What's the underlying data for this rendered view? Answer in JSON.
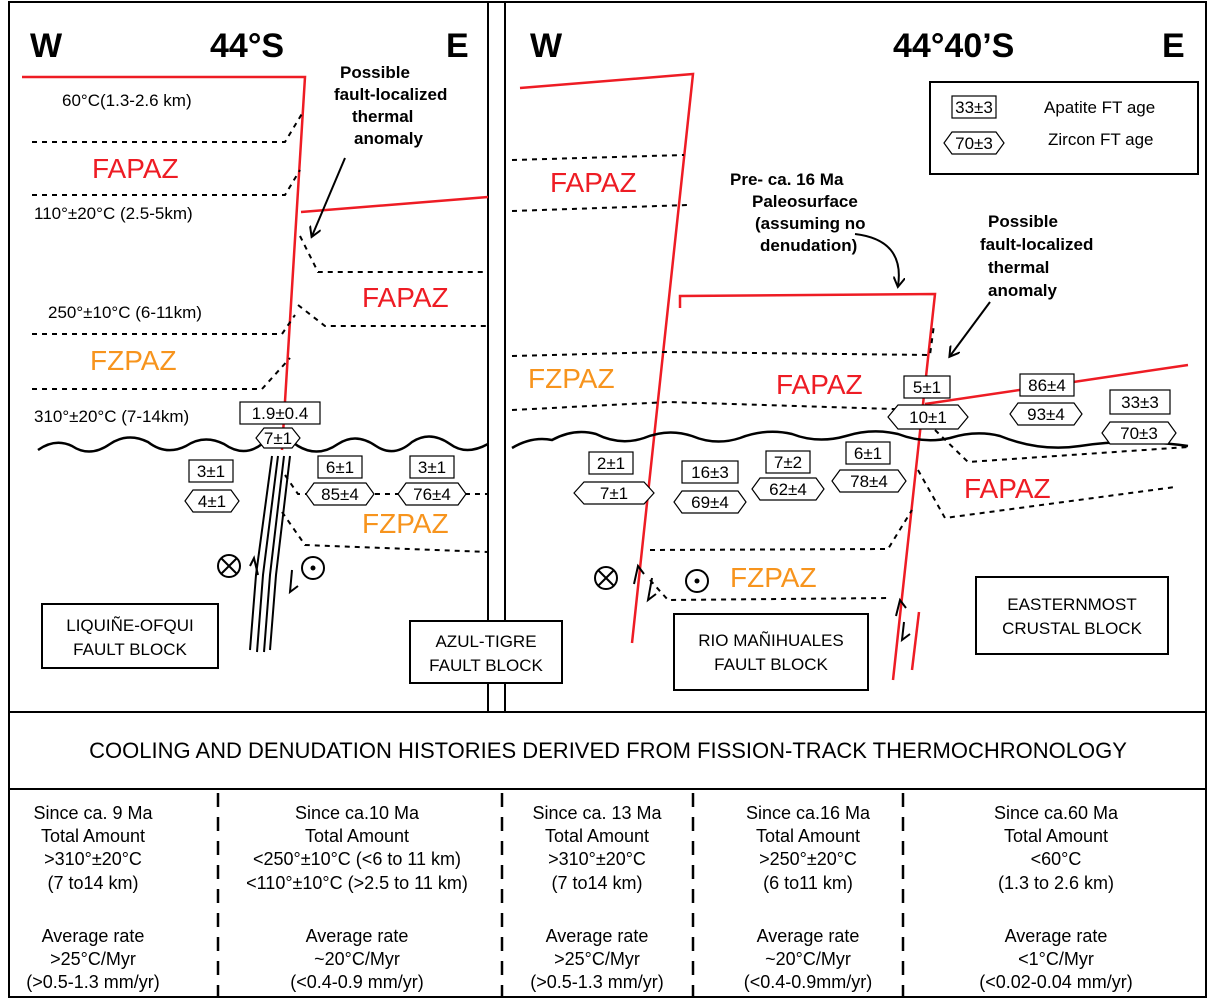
{
  "left_panel": {
    "west": "W",
    "latitude": "44°S",
    "east": "E",
    "isotherms": {
      "t60": "60°C(1.3-2.6 km)",
      "t110": "110°±20°C (2.5-5km)",
      "t250": "250°±10°C (6-11km)",
      "t310": "310°±20°C (7-14km)"
    },
    "fault_note": [
      "Possible",
      "fault-localized",
      "thermal",
      "anomaly"
    ],
    "zones": {
      "fapaz_upper": "FAPAZ",
      "fapaz_mid": "FAPAZ",
      "fzpaz_left": "FZPAZ",
      "fzpaz_low": "FZPAZ"
    },
    "samples": [
      {
        "apatite": "1.9±0.4",
        "zircon": "7±1"
      },
      {
        "apatite": "3±1",
        "zircon": "4±1"
      },
      {
        "apatite": "6±1",
        "zircon": "85±4"
      },
      {
        "apatite": "3±1",
        "zircon": "76±4"
      }
    ],
    "block_labels": {
      "liquine": [
        "LIQUIÑE-OFQUI",
        "FAULT BLOCK"
      ],
      "azul": [
        "AZUL-TIGRE",
        "FAULT BLOCK"
      ]
    }
  },
  "right_panel": {
    "west": "W",
    "latitude": "44°40’S",
    "east": "E",
    "legend": {
      "apatite_sample": "33±3",
      "apatite_label": "Apatite FT age",
      "zircon_sample": "70±3",
      "zircon_label": "Zircon FT age"
    },
    "paleosurface_note": [
      "Pre- ca. 16 Ma",
      "Paleosurface",
      "(assuming no",
      "denudation)"
    ],
    "fault_note": [
      "Possible",
      "fault-localized",
      "thermal",
      "anomaly"
    ],
    "zones": {
      "fapaz_top": "FAPAZ",
      "fzpaz_mid": "FZPAZ",
      "fapaz_mid": "FAPAZ",
      "fapaz_east": "FAPAZ",
      "fzpaz_low": "FZPAZ"
    },
    "samples": [
      {
        "apatite": "2±1",
        "zircon": "7±1"
      },
      {
        "apatite": "16±3",
        "zircon": "69±4"
      },
      {
        "apatite": "7±2",
        "zircon": "62±4"
      },
      {
        "apatite": "6±1",
        "zircon": "78±4"
      },
      {
        "apatite": "5±1",
        "zircon": "10±1"
      },
      {
        "apatite": "86±4",
        "zircon": "93±4"
      },
      {
        "apatite": "33±3",
        "zircon": "70±3"
      }
    ],
    "block_labels": {
      "rio": [
        "RIO MAÑIHUALES",
        "FAULT BLOCK"
      ],
      "eastern": [
        "EASTERNMOST",
        "CRUSTAL BLOCK"
      ]
    }
  },
  "banner": "COOLING AND DENUDATION HISTORIES DERIVED FROM FISSION-TRACK THERMOCHRONOLOGY",
  "summary_columns": [
    {
      "lines": [
        "Since ca. 9 Ma",
        "Total Amount",
        ">310°±20°C",
        "(7 to14 km)"
      ],
      "rate": [
        "Average rate",
        ">25°C/Myr",
        "(>0.5-1.3 mm/yr)"
      ]
    },
    {
      "lines": [
        "Since ca.10 Ma",
        "Total Amount",
        "<250°±10°C (<6 to 11 km)",
        "<110°±10°C (>2.5 to 11 km)"
      ],
      "rate": [
        "Average rate",
        "~20°C/Myr",
        "(<0.4-0.9 mm/yr)"
      ]
    },
    {
      "lines": [
        "Since ca. 13 Ma",
        "Total Amount",
        ">310°±20°C",
        "(7 to14 km)"
      ],
      "rate": [
        "Average rate",
        ">25°C/Myr",
        "(>0.5-1.3 mm/yr)"
      ]
    },
    {
      "lines": [
        "Since ca.16 Ma",
        "Total Amount",
        ">250°±20°C",
        "(6 to11 km)"
      ],
      "rate": [
        "Average rate",
        "~20°C/Myr",
        "(<0.4-0.9mm/yr)"
      ]
    },
    {
      "lines": [
        "Since ca.60 Ma",
        "Total Amount",
        "<60°C",
        "(1.3 to 2.6 km)"
      ],
      "rate": [
        "Average rate",
        "<1°C/Myr",
        "(<0.02-0.04 mm/yr)"
      ]
    }
  ],
  "colors": {
    "fault_red": "#ee1c24",
    "fzpaz_orange": "#f7941d",
    "ink": "#000000"
  }
}
